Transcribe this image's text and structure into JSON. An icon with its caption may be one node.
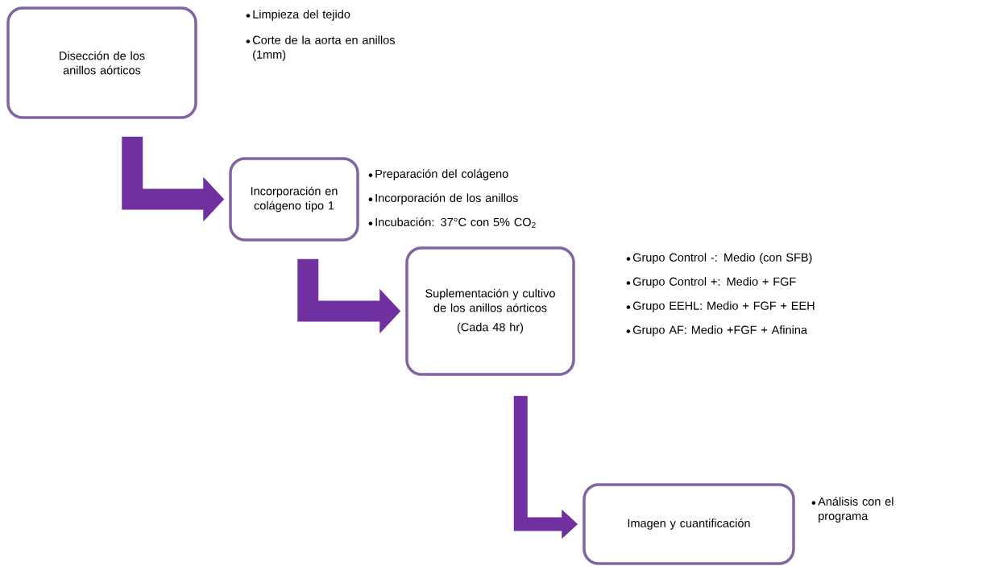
{
  "diagram": {
    "nodes": [
      {
        "text": [
          "Disección de los anillos aórticos"
        ],
        "beside": [
          "Limpieza del tejido",
          "Corte de la aorta en anillos (1mm)"
        ]
      },
      {
        "text": [
          "Incorporación en colágeno tipo 1"
        ],
        "beside": [
          "Preparación del colágeno",
          "Incorporación de los anillos",
          "Incubación: 37°C con 5% CO$_{2}$"
        ]
      },
      {
        "text": [
          "Suplementación y cultivo de los anillos aórticos",
          "(Cada 48 hr)"
        ],
        "beside": [
          "Grupo Control -: Medio (con SFB)",
          "Grupo Control +: Medio + FGF",
          "Grupo EEHL: Medio + FGF + EEH",
          "Grupo AF: Medio +FGF + Afinina"
        ]
      },
      {
        "text": [
          "Imagen y cuantificación"
        ],
        "beside": [
          "Análisis con el programa"
        ]
      }
    ],
    "edges": [
      {
        "from": 0,
        "to": 1,
        "arrow": "to"
      },
      {
        "from": 1,
        "to": 2,
        "arrow": "to"
      },
      {
        "from": 2,
        "to": 3,
        "arrow": "to"
      }
    ]
  }
}
